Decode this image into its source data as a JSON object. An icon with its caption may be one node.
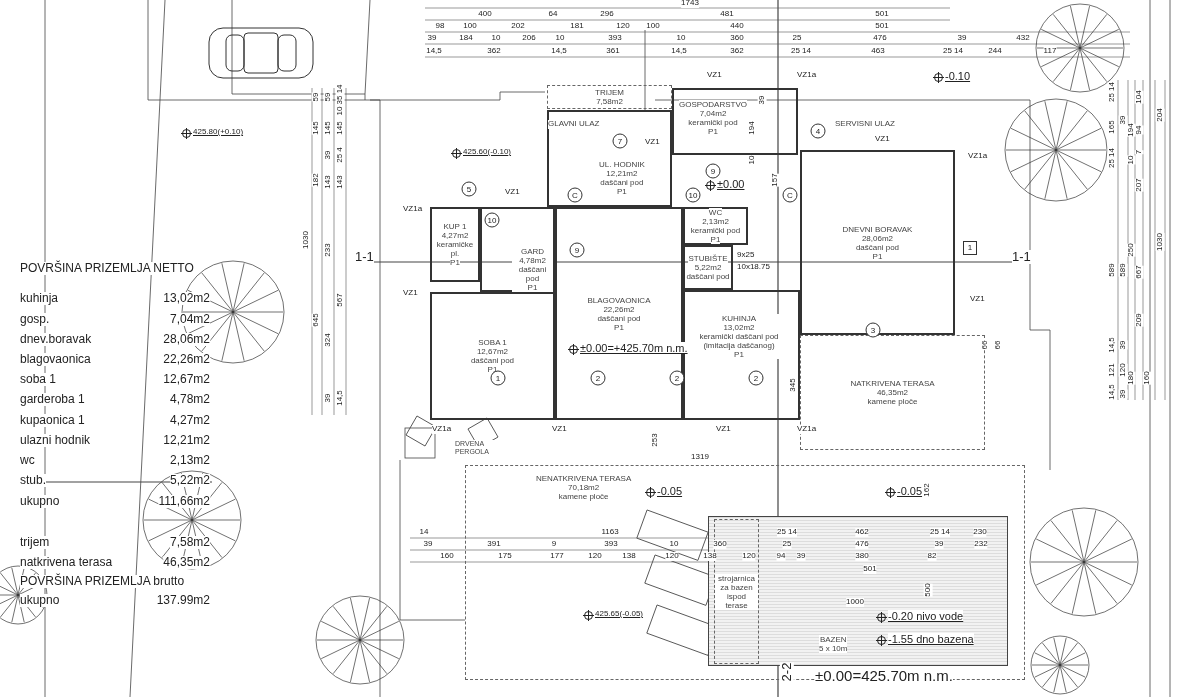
{
  "diagram": {
    "nodes": [
      {
        "text": [
          "TRIJEM",
          "7,58m2"
        ]
      },
      {
        "text": [
          "GOSPODARSTVO",
          "7,04m2",
          "keramički pod",
          "P1"
        ]
      },
      {
        "text": [
          "UL. HODNIK",
          "12,21m2",
          "daščani pod",
          "P1"
        ]
      },
      {
        "text": [
          "WC",
          "2,13m2",
          "keramički pod",
          "P1"
        ]
      },
      {
        "text": [
          "STUBIŠTE",
          "5,22m2",
          "daščani pod"
        ],
        "beside": [
          "9x25",
          "10x18.75"
        ]
      },
      {
        "text": [
          "KUP 1",
          "4,27m2",
          "keramičke pl.",
          "P1"
        ]
      },
      {
        "text": [
          "GARD",
          "4,78m2",
          "daščani pod",
          "P1"
        ]
      },
      {
        "text": [
          "BLAGOVAONICA",
          "22,26m2",
          "daščani pod",
          "P1"
        ]
      },
      {
        "text": [
          "KUHINJA",
          "13,02m2",
          "keramički daščani pod (imitacija daščanog)",
          "P1"
        ]
      },
      {
        "text": [
          "SOBA 1",
          "12,67m2",
          "daščani pod",
          "P1"
        ]
      },
      {
        "text": [
          "DNEVNI BORAVAK",
          "28,06m2",
          "daščani pod",
          "P1"
        ]
      },
      {
        "text": [
          "NATKRIVENA TERASA",
          "46,35m2",
          "kamene ploče"
        ]
      },
      {
        "text": [
          "NENATKRIVENA TERASA",
          "70,18m2",
          "kamene ploče"
        ]
      },
      {
        "text": [
          "BAZEN",
          "5 x 10m"
        ],
        "in": 12
      },
      {
        "text": [
          "strojarnica za bazen ispod terase"
        ],
        "in": 13
      }
    ],
    "labels": [
      "POVRŠINA PRIZEMLJA NETTO",
      "kuhinja",
      "13,02m2",
      "gosp.",
      "7,04m2",
      "dnev.boravak",
      "28,06m2",
      "blagovaonica",
      "22,26m2",
      "soba 1",
      "12,67m2",
      "garderoba 1",
      "4,78m2",
      "kupaonica 1",
      "4,27m2",
      "ulazni hodnik",
      "12,21m2",
      "wc",
      "2,13m2",
      "stub.",
      "5,22m2",
      "ukupno",
      "111,66m2",
      "trijem",
      "7,58m2",
      "natkrivena terasa",
      "46,35m2",
      "POVRŠINA PRIZEMLJA brutto",
      "ukupno",
      "137.99m2",
      "GLAVNI ULAZ",
      "SERVISNI ULAZ",
      "DRVENA PERGOLA",
      "1-1",
      "1-1",
      "2-2",
      "425.80(+0.10)",
      "425.60(-0.10)",
      "±0.00",
      "-0.10",
      "±0.00=+425.70m n.m.",
      "-0.05",
      "-0.05",
      "425.65(-0.05)",
      "-0.20 nivo vode",
      "-1.55 dno bazena",
      "±0.00=425.70m n.m.",
      "VZ1",
      "VZ1a",
      "VZ1",
      "VZ1a",
      "VZ1",
      "VZ1",
      "VZ1a",
      "VZ1",
      "VZ1",
      "VZ1a",
      "VZ1",
      "VZ1",
      "VZ1a",
      "5",
      "7",
      "C",
      "9",
      "10",
      "9",
      "10",
      "C",
      "4",
      "1",
      "2",
      "2",
      "2",
      "3",
      "1",
      "1743",
      "400",
      "64",
      "296",
      "481",
      "501",
      "98",
      "100",
      "202",
      "181",
      "120",
      "100",
      "440",
      "501",
      "39",
      "184",
      "10",
      "206",
      "10",
      "393",
      "10",
      "360",
      "25",
      "476",
      "39",
      "432",
      "14,5",
      "362",
      "14,5",
      "361",
      "14,5",
      "362",
      "25 14",
      "463",
      "25 14",
      "244",
      "117",
      "59",
      "59",
      "10 35 14",
      "145",
      "145",
      "145",
      "39",
      "25 4",
      "182",
      "143",
      "143",
      "1030",
      "233",
      "645",
      "567",
      "324",
      "39",
      "14,5",
      "25 14",
      "39",
      "104",
      "204",
      "165",
      "194",
      "94",
      "7",
      "25 14",
      "10",
      "207",
      "589",
      "589",
      "250",
      "667",
      "1030",
      "209",
      "14,5",
      "39",
      "121",
      "120",
      "180",
      "160",
      "14,5",
      "39",
      "194",
      "10",
      "157",
      "345",
      "253",
      "1319",
      "162",
      "500",
      "1000",
      "14",
      "1163",
      "25 14",
      "462",
      "25 14",
      "230",
      "39",
      "391",
      "9",
      "393",
      "10",
      "360",
      "25",
      "476",
      "39",
      "232",
      "160",
      "175",
      "177",
      "120",
      "138",
      "120",
      "138",
      "120",
      "94",
      "39",
      "380",
      "82",
      "501",
      "66",
      "66",
      "39"
    ]
  }
}
